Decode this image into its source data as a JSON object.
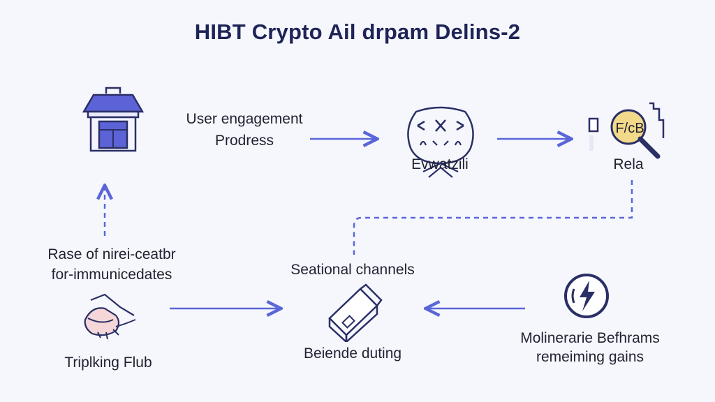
{
  "title": "HIBT Crypto Ail drpam Delins-2",
  "colors": {
    "title": "#1e2457",
    "arrow": "#5a66d8",
    "icon_stroke": "#2a2f66",
    "icon_fill": "#5c63d6",
    "magnifier_fill": "#f3d98a"
  },
  "nodes": {
    "building": {
      "icon": "building-icon"
    },
    "engagement": {
      "line1": "User engagement",
      "line2": "Prodress"
    },
    "evaluation": {
      "icon": "mask-icon",
      "label": "Evwatzili"
    },
    "rela": {
      "icon": "magnifier-icon",
      "label": "Rela",
      "badge": "F/cB"
    },
    "rise": {
      "line1": "Rase of nirei-ceatbr",
      "line2": "for-immunicedates"
    },
    "tripking": {
      "icon": "hand-icon",
      "label": "Triplking Flub"
    },
    "seational": {
      "label": "Seational channels"
    },
    "beiende": {
      "icon": "box-icon",
      "label": "Beiende duting"
    },
    "molinerarie": {
      "icon": "lightning-icon",
      "line1": "Molinerarie Befhrams",
      "line2": "remeiming gains"
    }
  }
}
